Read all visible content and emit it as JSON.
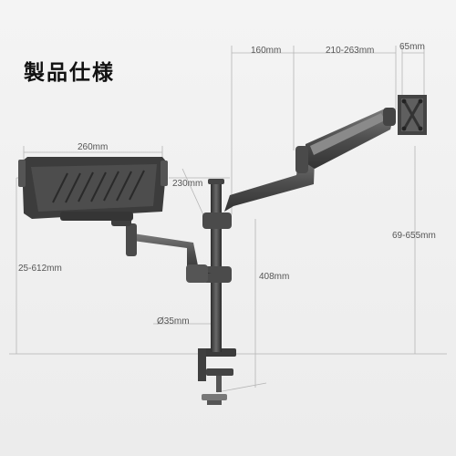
{
  "title": "製品仕様",
  "dimensions": {
    "top_span_1": "160mm",
    "top_span_2": "210-263mm",
    "top_span_3": "65mm",
    "tray_width": "260mm",
    "tray_depth": "230mm",
    "pole_height": "408mm",
    "pole_diameter": "Ø35mm",
    "left_height_range": "25-612mm",
    "right_height_range": "69-655mm"
  },
  "colors": {
    "metal_dark": "#3a3a3a",
    "metal_mid": "#5a5a5a",
    "metal_light": "#8a8a8a",
    "guide_line": "#b5b5b5"
  }
}
